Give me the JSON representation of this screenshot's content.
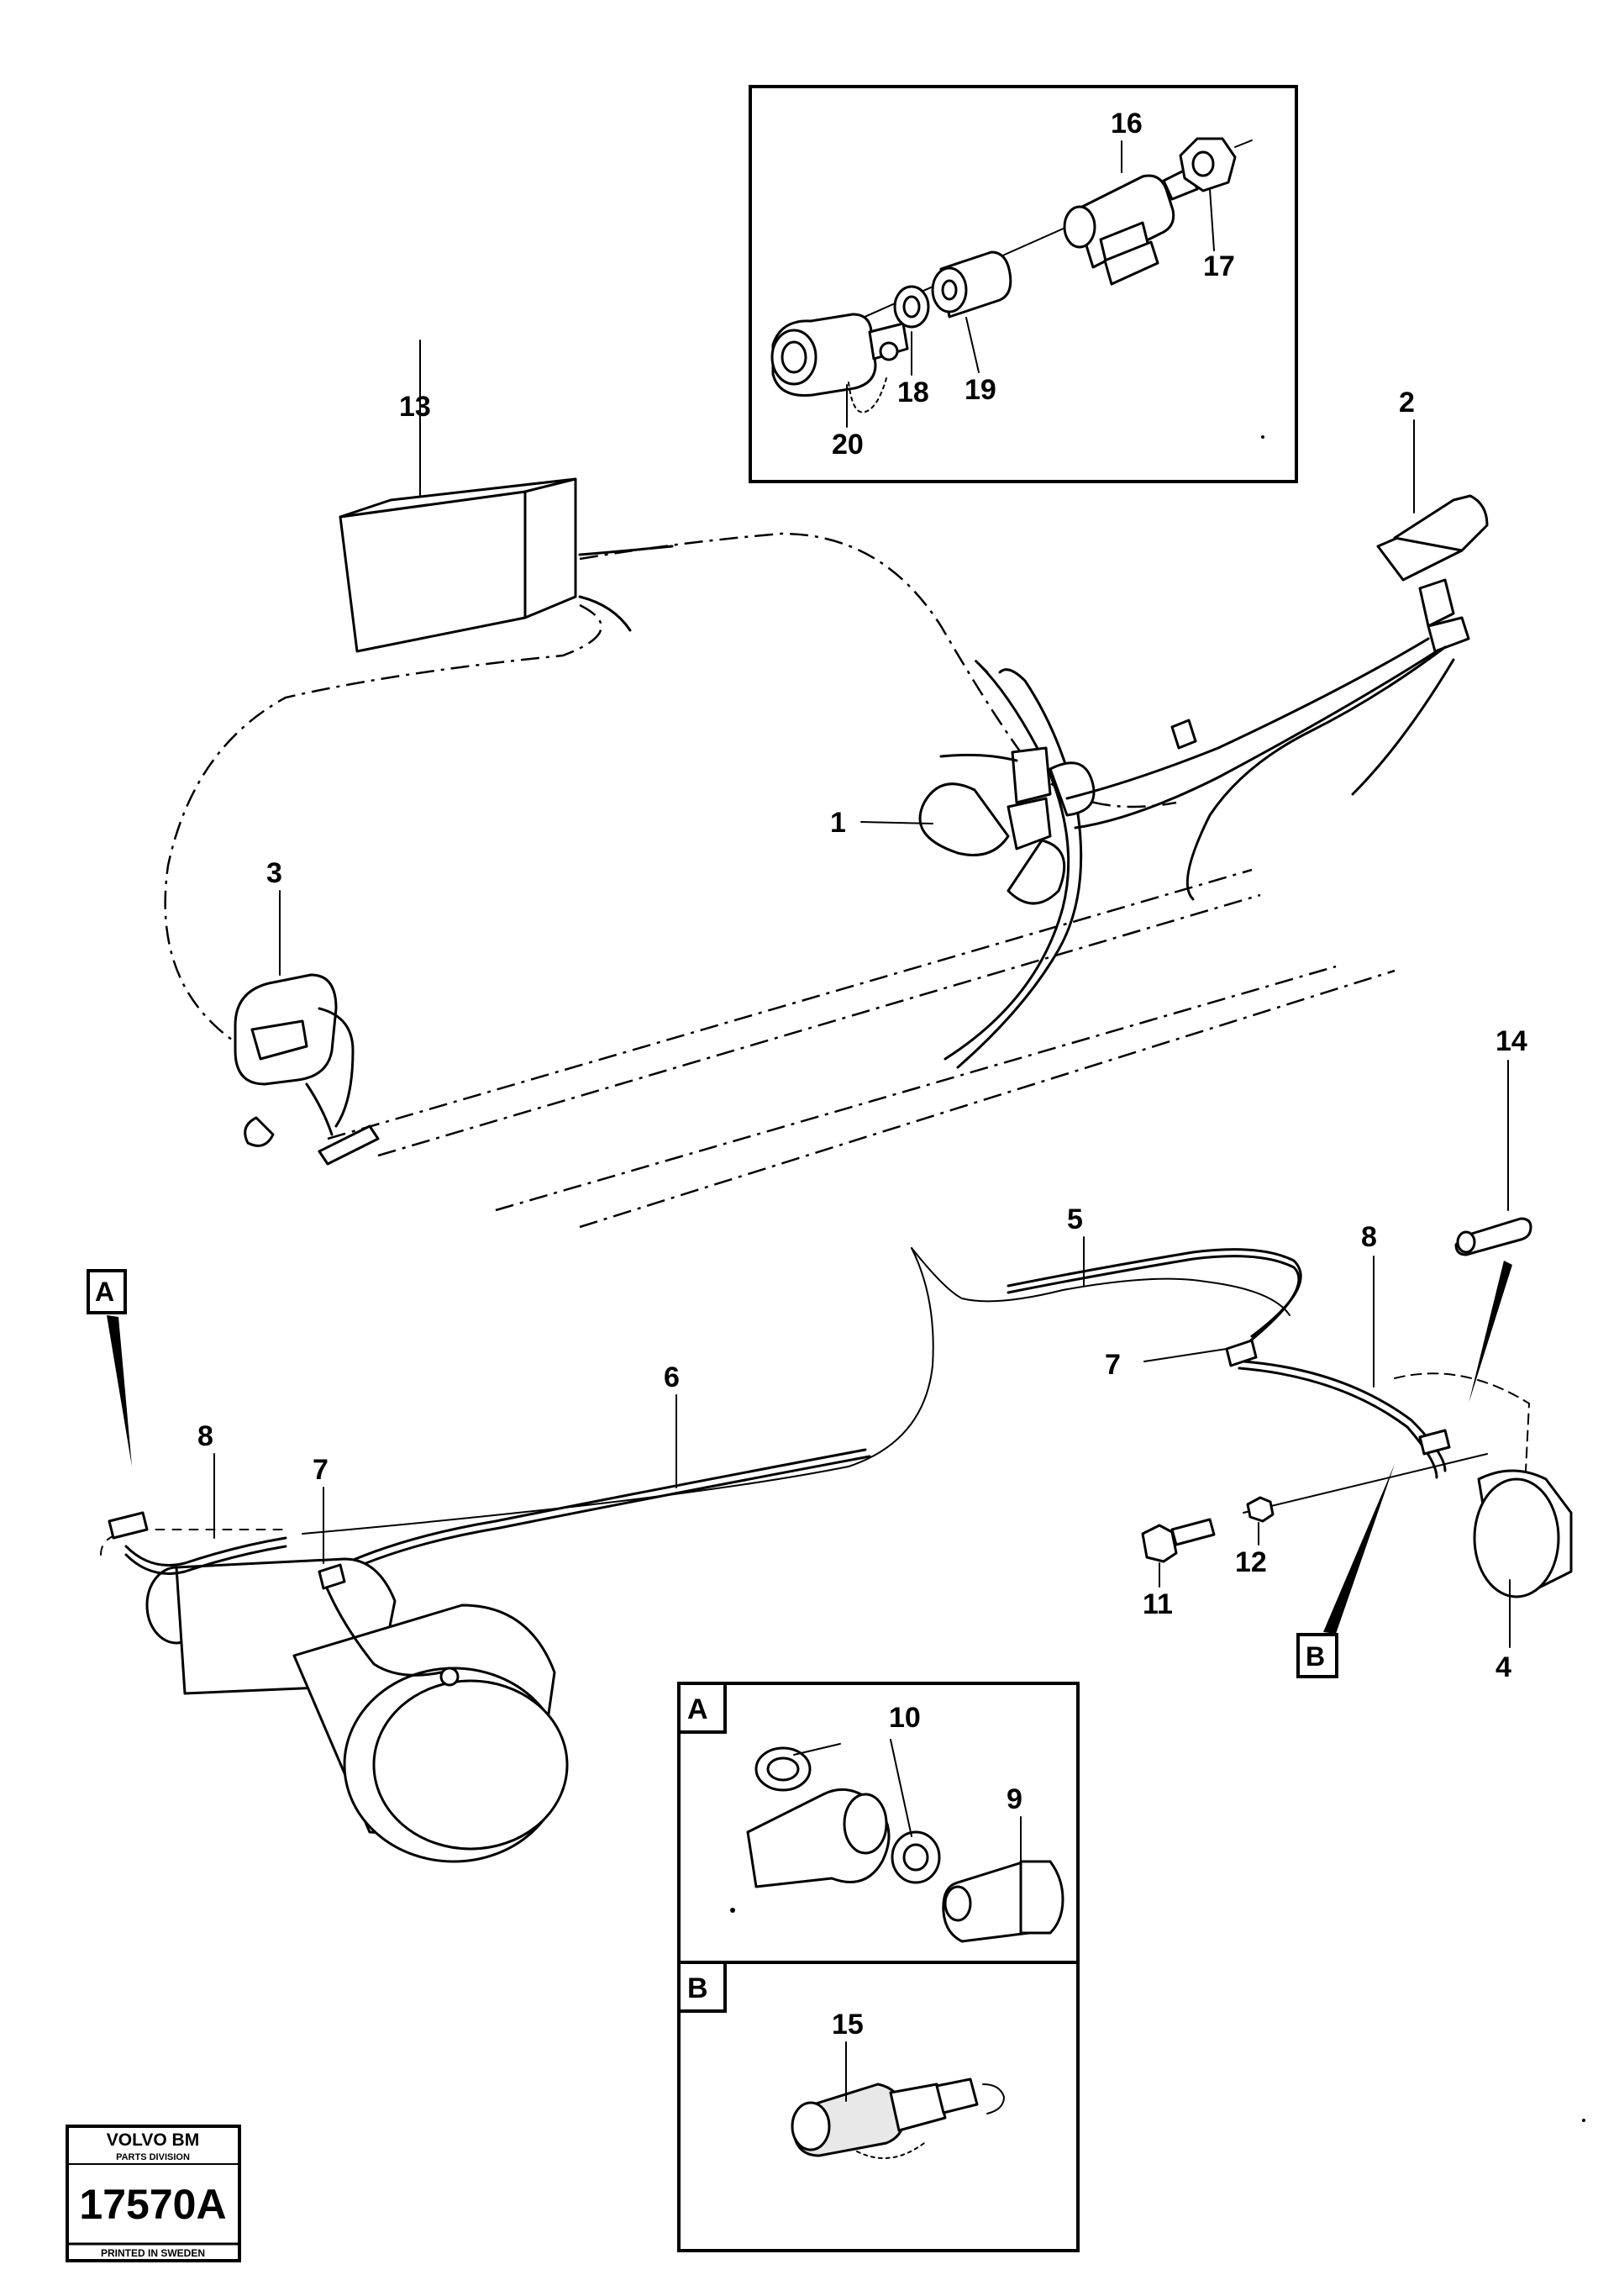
{
  "callouts": {
    "c1": "1",
    "c2": "2",
    "c3": "3",
    "c4": "4",
    "c5": "5",
    "c6": "6",
    "c7a": "7",
    "c7b": "7",
    "c8a": "8",
    "c8b": "8",
    "c9": "9",
    "c10": "10",
    "c11": "11",
    "c12": "12",
    "c13": "13",
    "c14": "14",
    "c15": "15",
    "c16": "16",
    "c17": "17",
    "c18": "18",
    "c19": "19",
    "c20": "20"
  },
  "markers": {
    "a_main": "A",
    "b_main": "B",
    "a_inset": "A",
    "b_inset": "B"
  },
  "title_block": {
    "brand": "VOLVO BM",
    "division": "PARTS DIVISION",
    "number": "17570A",
    "printed": "PRINTED IN SWEDEN"
  }
}
